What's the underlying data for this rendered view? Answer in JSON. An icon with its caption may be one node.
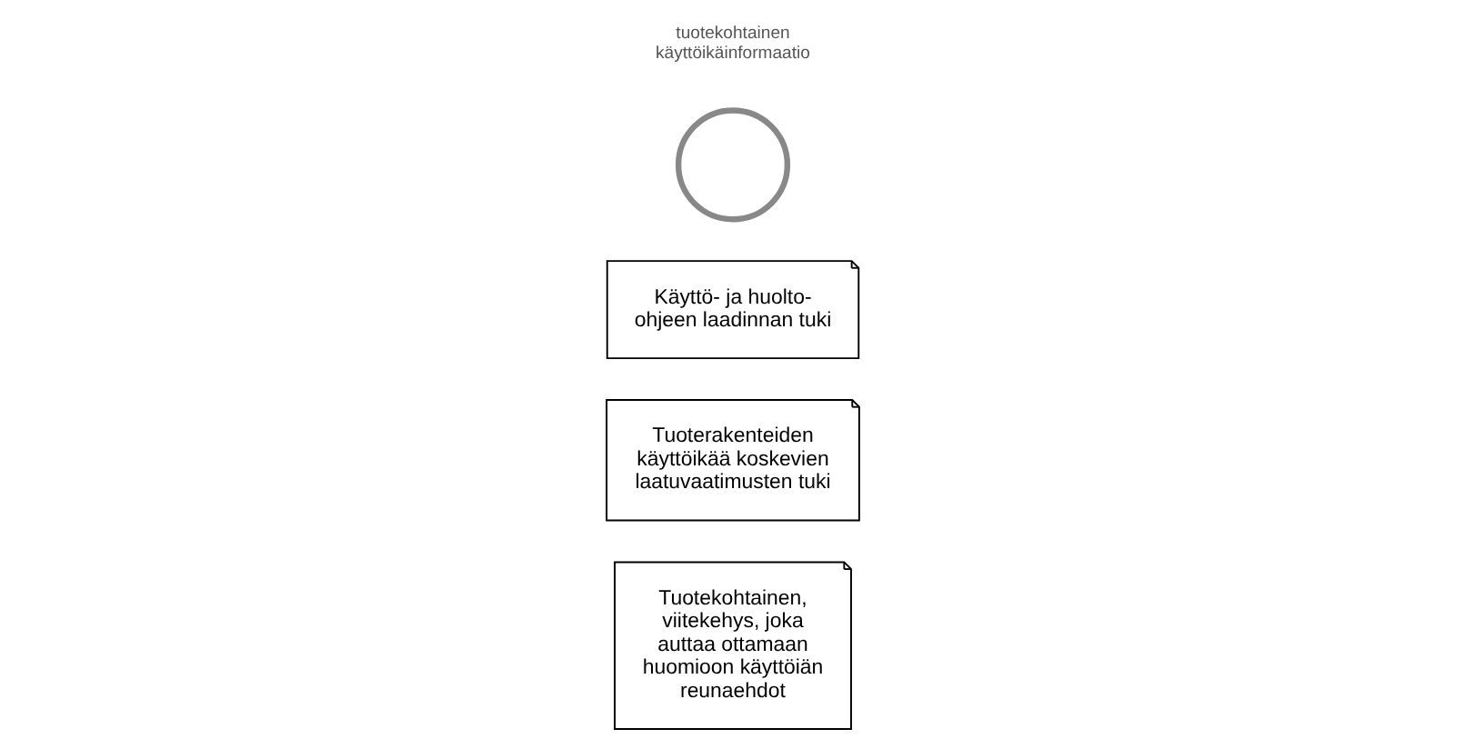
{
  "diagram": {
    "nodes": [
      {
        "text": [
          "Tuotekohtainen, viitekehys, joka auttaa ottamaan huomioon käyttöiän reunaehdot"
        ]
      },
      {
        "text": [
          "Tuoterakenteiden käyttöikää koskevien laatuvaatimusten tuki"
        ]
      },
      {
        "text": [
          "Käyttö- ja huolto-ohjeen laadinnan tuki"
        ]
      },
      {
        "text": [],
        "shape": "circle"
      }
    ],
    "edges": [],
    "labels": [
      "tuotekohtainen käyttöikäinformaatio"
    ]
  }
}
